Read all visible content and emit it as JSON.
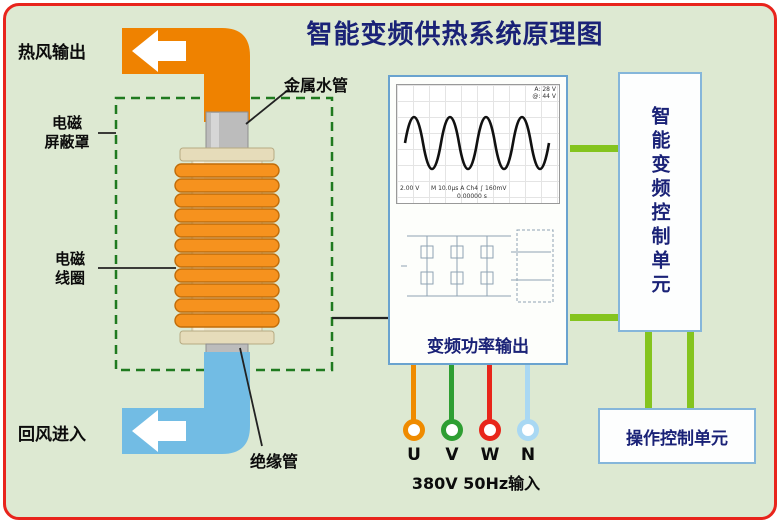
{
  "title": "智能变频供热系统原理图",
  "colors": {
    "frame_red": "#e8241c",
    "background_green": "#dde9d2",
    "accent_green": "#84c41e",
    "pipe_orange": "#ef8200",
    "pipe_blue": "#72bce4",
    "coil_orange": "#f6921e",
    "shield_dash_green": "#1f7a1f",
    "navy_text": "#1a2277",
    "box_border_blue": "#85b6da"
  },
  "left_diagram": {
    "hot_air_label": "热风输出",
    "shield_label": "电磁\n屏蔽罩",
    "coil_label": "电磁\n线圈",
    "return_air_label": "回风进入",
    "metal_pipe_label": "金属水管",
    "insulation_label": "绝缘管"
  },
  "power_panel": {
    "output_label": "变频功率输出",
    "scope": {
      "readout_right_1": "A: 28 V",
      "readout_right_2": "@: 44 V",
      "readout_bottom_left": "2.00 V",
      "readout_bottom_mid": "M 10.0μs A Ch4 ∫ 160mV",
      "readout_bottom_sub": "0.00000 s"
    }
  },
  "power_input": {
    "caption": "380V 50Hz输入",
    "phases": [
      {
        "label": "U",
        "color": "#ef8b00"
      },
      {
        "label": "V",
        "color": "#2e9e32"
      },
      {
        "label": "W",
        "color": "#e8261a"
      },
      {
        "label": "N",
        "color": "#a9d8f3"
      }
    ]
  },
  "control_unit_label": "智能变频控制单元",
  "operation_unit_label": "操作控制单元"
}
